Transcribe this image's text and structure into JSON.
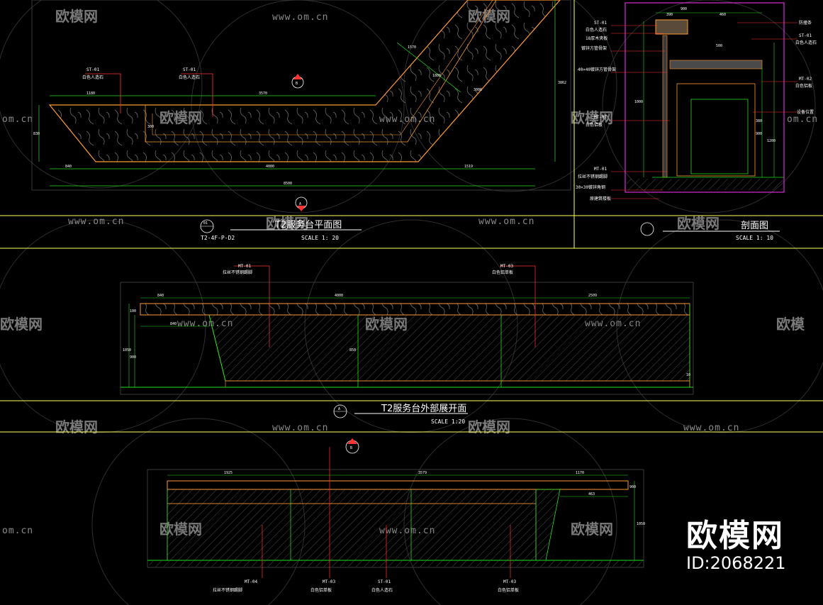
{
  "watermark": {
    "logo_text": "欧模网",
    "site_text": "www.om.cn",
    "edge_site": "om.cn",
    "edge_logo": "欧模网",
    "edge_logo_short": "欧模"
  },
  "brand": {
    "name": "欧模网",
    "id_label": "ID:2068221"
  },
  "drawings": {
    "plan": {
      "title": "T2服务台平面图",
      "scale": "SCALE 1: 20",
      "sheet_code": "T2-4F-P-D2",
      "bubble_number": "01",
      "marker_b": "B",
      "marker_a": "A",
      "dims": {
        "top_left": "1180",
        "top_mid": "3570",
        "bottom_left": "840",
        "bottom_mid": "4000",
        "bottom_right": "1519",
        "total": "8500",
        "left_h": "830",
        "right_h": "3862",
        "inner_w": "300",
        "diag_a": "1570",
        "diag_b": "1808",
        "diag_c": "3006"
      },
      "tags": [
        {
          "code": "ST-01",
          "desc": "白色人造石"
        },
        {
          "code": "ST-01",
          "desc": "白色人造石"
        }
      ]
    },
    "section": {
      "title": "剖面图",
      "scale": "SCALE 1: 10",
      "dims": {
        "top_total": "900",
        "top_a": "390",
        "top_b": "460",
        "upper_w": "500",
        "h1": "1000",
        "h2": "1200",
        "h3": "900",
        "h4": "380"
      },
      "left_tags": [
        {
          "code": "ST-01",
          "desc": "白色人造石"
        },
        {
          "code": "",
          "desc": "18厚木夹板"
        },
        {
          "code": "",
          "desc": "镀锌方管骨架"
        },
        {
          "code": "",
          "desc": "40×40镀锌方管骨架"
        },
        {
          "code": "MT-01",
          "desc": "白色铝板"
        },
        {
          "code": "MT-01",
          "desc": "拉丝不锈钢踢脚"
        },
        {
          "code": "",
          "desc": "30×30镀锌角钢"
        },
        {
          "code": "",
          "desc": "原建筑楼板"
        }
      ],
      "right_tags": [
        {
          "code": "",
          "desc": "防撞条"
        },
        {
          "code": "ST-01",
          "desc": "白色人造石"
        },
        {
          "code": "MT-02",
          "desc": "白色铝板"
        },
        {
          "code": "",
          "desc": "设备位置"
        }
      ]
    },
    "front": {
      "title": "T2服务台外部展开面",
      "scale": "SCALE 1:20",
      "marker": "A",
      "dims": {
        "left": "840",
        "mid": "4000",
        "right": "2509",
        "h_total": "1050",
        "h_body": "900",
        "h_top": "100",
        "h_side": "850",
        "bottom_gap": "10"
      },
      "tags": [
        {
          "code": "MT-01",
          "desc": "拉丝不锈钢踢脚"
        },
        {
          "code": "MT-03",
          "desc": "白色铝单板"
        }
      ]
    },
    "inner": {
      "marker": "B",
      "dims": {
        "left": "1925",
        "mid": "3579",
        "right": "1170",
        "h_total": "1050",
        "h_body": "900",
        "inset": "463"
      },
      "tags": [
        {
          "code": "MT-04",
          "desc": "拉丝不锈钢踢脚"
        },
        {
          "code": "MT-03",
          "desc": "白色铝单板"
        },
        {
          "code": "ST-01",
          "desc": "白色人造石"
        },
        {
          "code": "MT-03",
          "desc": "白色铝单板"
        }
      ]
    }
  },
  "colors": {
    "frame": "#ffff66",
    "outline": "#ff9933",
    "dim": "#22dd22",
    "leader": "#ff3333",
    "hatch": "#555555",
    "section_border": "#ff33ff",
    "watermark": "#7a7a7a"
  }
}
